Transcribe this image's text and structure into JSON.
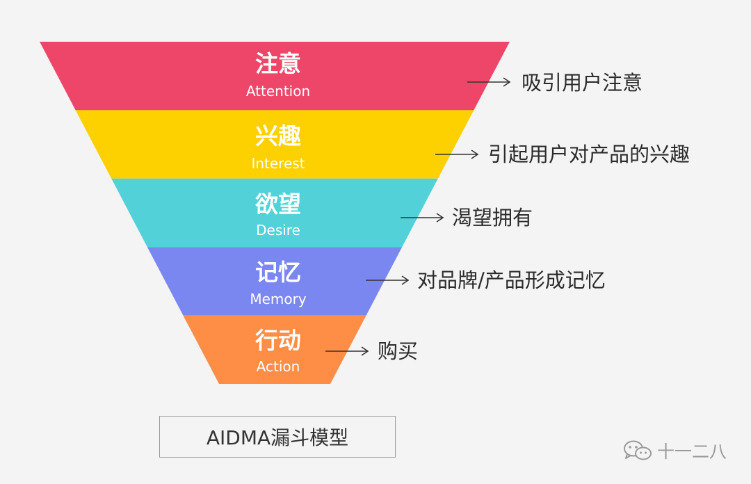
{
  "stages": [
    {
      "title": "注意",
      "subtitle": "Attention",
      "description": "吸引用户注意",
      "color": "#ee4669"
    },
    {
      "title": "兴趣",
      "subtitle": "Interest",
      "description": "引起用户对产品的兴趣",
      "color": "#fdd000"
    },
    {
      "title": "欲望",
      "subtitle": "Desire",
      "description": "渴望拥有",
      "color": "#52d2d8"
    },
    {
      "title": "记忆",
      "subtitle": "Memory",
      "description": "对品牌/产品形成记忆",
      "color": "#7b87f0"
    },
    {
      "title": "行动",
      "subtitle": "Action",
      "description": "购买",
      "color": "#fe8d46"
    }
  ],
  "caption": "AIDMA漏斗模型",
  "watermark": {
    "icon": "wechat-icon",
    "text": "十一二八"
  }
}
